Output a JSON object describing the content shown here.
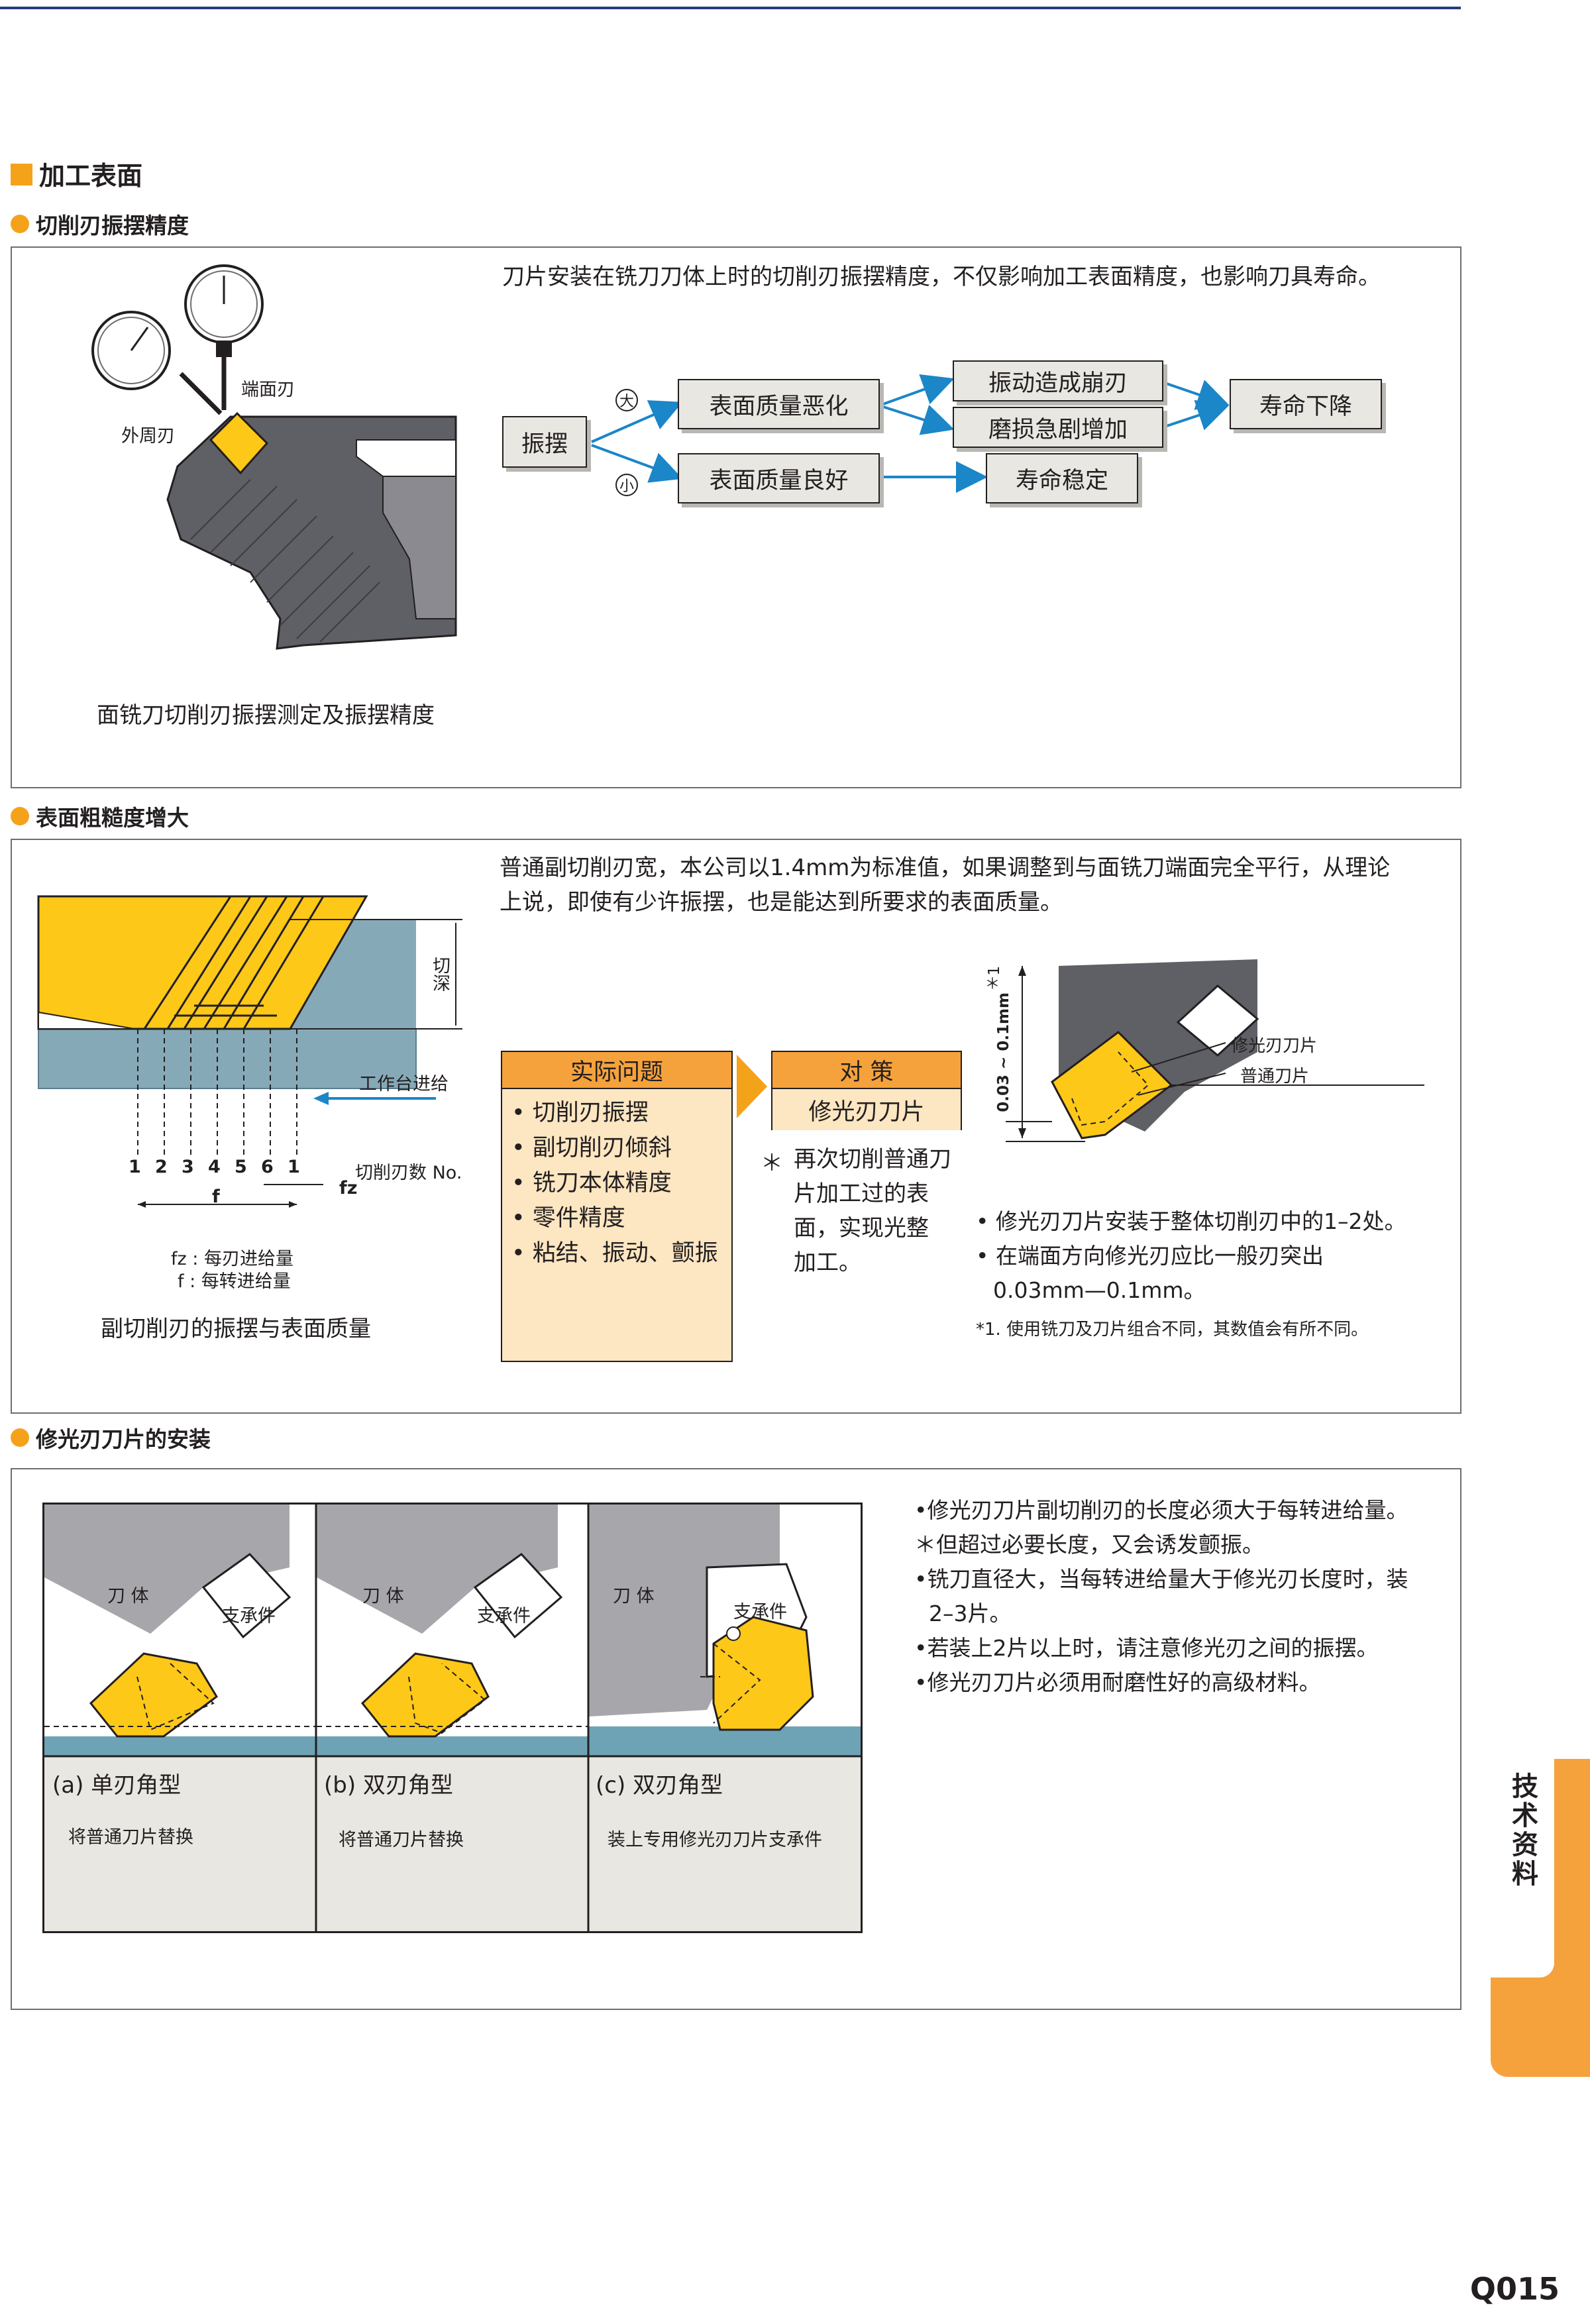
{
  "section_title": "加工表面",
  "s1": {
    "heading": "切削刃振摆精度",
    "intro": "刀片安装在铣刀刀体上时的切削刃振摆精度，不仅影响加工表面精度，也影响刀具寿命。",
    "diagram_labels": {
      "face_edge": "端面刃",
      "peripheral_edge": "外周刃"
    },
    "caption": "面铣刀切削刃振摆测定及振摆精度",
    "flow": {
      "start": "振摆",
      "big": "大",
      "small": "小",
      "bad": "表面质量恶化",
      "good": "表面质量良好",
      "chip": "振动造成崩刃",
      "wear": "磨损急剧增加",
      "life_down": "寿命下降",
      "life_stable": "寿命稳定"
    }
  },
  "s2": {
    "heading": "表面粗糙度增大",
    "intro_line1": "普通副切削刃宽，本公司以1.4mm为标准值，如果调整到与面铣刀端面完全平行，从理论",
    "intro_line2": "上说，即使有少许振摆，也是能达到所要求的表面质量。",
    "depth_label": "切深",
    "feed_label": "工作台进给",
    "edge_numbers": [
      "1",
      "2",
      "3",
      "4",
      "5",
      "6",
      "1"
    ],
    "edge_no_label": "切削刃数 No.",
    "fz": "fz",
    "f": "f",
    "legend_fz": "fz : 每刃进给量",
    "legend_f": "f : 每转进给量",
    "caption": "副切削刃的振摆与表面质量",
    "problem_title": "实际问题",
    "problems": [
      "• 切削刃振摆",
      "• 副切削刃倾斜",
      "• 铣刀本体精度",
      "• 零件精度",
      "• 粘结、振动、颤振"
    ],
    "measure_title": "对  策",
    "measure": "修光刃刀片",
    "measure_note_star": "＊",
    "measure_note": [
      "再次切削普通刀",
      "片加工过的表",
      "面，实现光整",
      "加工。"
    ],
    "dim_label": "0.03 ~ 0.1mm",
    "dim_star": "＊1",
    "wiper_label": "修光刃刀片",
    "normal_label": "普通刀片",
    "bullets": [
      "• 修光刃刀片安装于整体切削刃中的1–2处。",
      "• 在端面方向修光刃应比一般刃突出",
      "0.03mm—0.1mm。"
    ],
    "footnote": "*1. 使用铣刀及刀片组合不同，其数值会有所不同。"
  },
  "s3": {
    "heading": "修光刃刀片的安装",
    "panels": [
      {
        "body": "刀  体",
        "support": "支承件",
        "type": "(a) 单刃角型",
        "desc": "将普通刀片替换"
      },
      {
        "body": "刀  体",
        "support": "支承件",
        "type": "(b) 双刃角型",
        "desc": "将普通刀片替换"
      },
      {
        "body": "刀  体",
        "support": "支承件",
        "type": "(c) 双刃角型",
        "desc": "装上专用修光刃刀片支承件"
      }
    ],
    "notes": [
      "•修光刃刀片副切削刃的长度必须大于每转进给量。",
      "＊但超过必要长度，又会诱发颤振。",
      "•铣刀直径大，当每转进给量大于修光刃长度时，装",
      "2–3片。",
      "•若装上2片以上时，请注意修光刃之间的振摆。",
      "•修光刃刀片必须用耐磨性好的高级材料。"
    ]
  },
  "side_tab": "技术资料",
  "page_number": "Q015",
  "colors": {
    "accent": "#f5a21b",
    "insert": "#fdc817",
    "steel": "#5f5f66",
    "work": "#86a9b7",
    "navy": "#233d7e",
    "arrow": "#1b86c8"
  }
}
